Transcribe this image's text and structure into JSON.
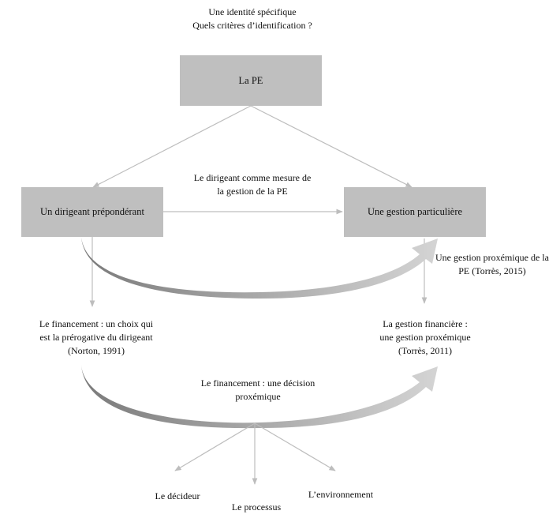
{
  "header": {
    "line1": "Une identité spécifique",
    "line2": "Quels critères d’identification ?"
  },
  "boxes": {
    "pe": "La PE",
    "dirigeant": "Un dirigeant prépondérant",
    "gestion": "Une gestion particulière"
  },
  "labels": {
    "dirigeant_mesure_1": "Le dirigeant comme mesure de",
    "dirigeant_mesure_2": "la gestion de la PE",
    "gestion_proxemique_1": "Une gestion proxémique de la",
    "gestion_proxemique_2": "PE (Torrès, 2015)",
    "financement_choix_1": "Le financement : un choix qui",
    "financement_choix_2": "est la prérogative du dirigeant",
    "financement_choix_3": "(Norton, 1991)",
    "gestion_financiere_1": "La gestion financière :",
    "gestion_financiere_2": "une gestion proxémique",
    "gestion_financiere_3": "(Torrès, 2011)",
    "financement_decision_1": "Le financement : une décision",
    "financement_decision_2": "proxémique"
  },
  "leaves": {
    "decideur": "Le décideur",
    "processus": "Le processus",
    "environnement": "L’environnement"
  },
  "colors": {
    "box_fill": "#bfbfbf",
    "arrow_line": "#bdbdbd",
    "curve_dark": "#808080",
    "curve_light": "#cfcfcf"
  }
}
